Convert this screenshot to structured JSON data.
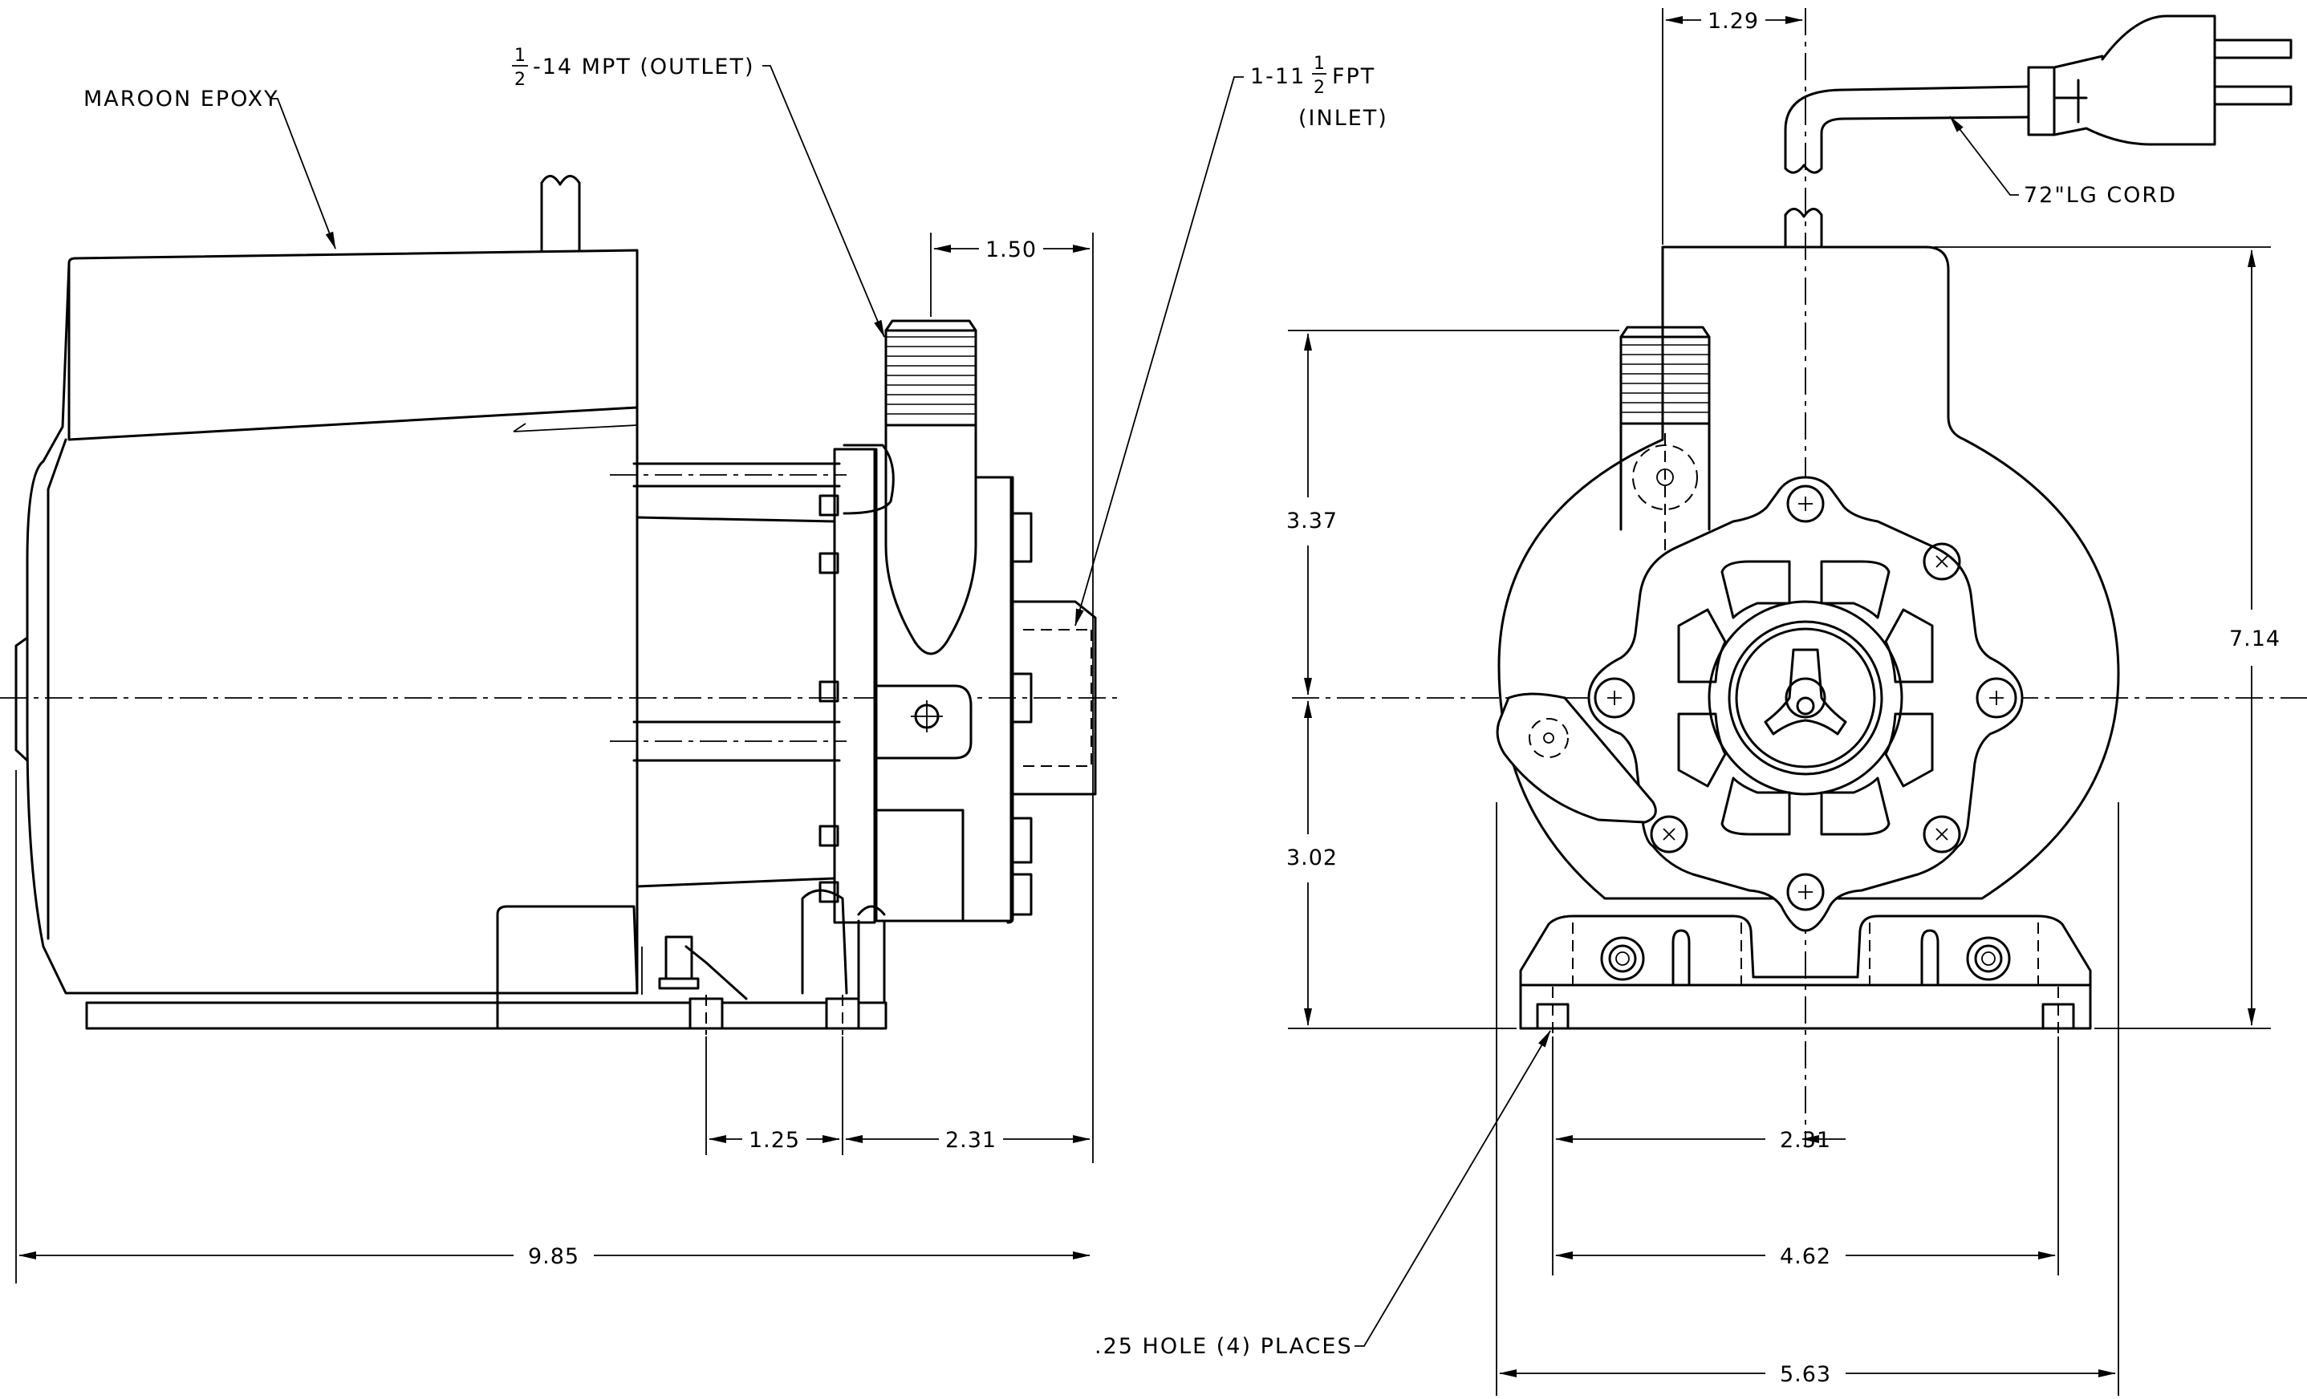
{
  "callouts": {
    "epoxy": "MAROON EPOXY",
    "outlet_thread": "-14 MPT (OUTLET)",
    "outlet_frac_num": "1",
    "outlet_frac_den": "2",
    "inlet_thread": "1-11",
    "inlet_frac_num": "1",
    "inlet_frac_den": "2",
    "inlet_fpt": "FPT",
    "inlet": "(INLET)",
    "cord": "72\"LG CORD",
    "holes": ".25 HOLE (4) PLACES"
  },
  "dimensions": {
    "outlet_offset": "1.50",
    "foot_hole_spacing": "1.25",
    "hole_to_face": "2.31",
    "overall_length": "9.85",
    "cord_offset": "1.29",
    "upper_height": "3.37",
    "lower_height": "3.02",
    "overall_height": "7.14",
    "half_hole_spacing": "2.31",
    "hole_spacing": "4.62",
    "base_width": "5.63"
  }
}
